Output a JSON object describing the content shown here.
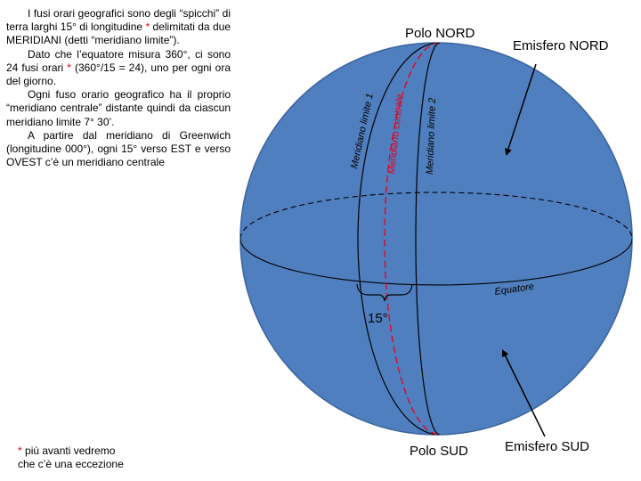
{
  "intro": {
    "p1_text": "I fusi orari geografici sono degli “spicchi” di terra larghi 15° di longitudine",
    "p1_star": "*",
    "p1_tail": "delimitati da due MERIDIANI (detti “meridiano limite”).",
    "p2_text": "Dato che l’equatore misura 360°, ci sono 24 fusi orari",
    "p2_star": "*",
    "p2_tail": "(360°/15 = 24), uno per ogni ora del giorno.",
    "p3": "Ogni fuso orario geografico ha il proprio “meridiano centrale” distante quindi da ciascun meridiano limite 7° 30’.",
    "p4": "A partire dal meridiano di Greenwich (longitudine 000°), ogni 15° verso EST e verso OVEST c’è un meridiano centrale"
  },
  "footnote": {
    "star": "*",
    "line1": "più avanti vedremo",
    "line2": "che c’è una eccezione"
  },
  "globe": {
    "north_pole_label": "Polo NORD",
    "south_pole_label": "Polo SUD",
    "north_hemisphere_label": "Emisfero NORD",
    "south_hemisphere_label": "Emisfero SUD",
    "meridian_limit_1_label": "Meridiano limite 1",
    "meridian_central_label": "Meridiano centrale",
    "meridian_limit_2_label": "Meridiano limite 2",
    "equator_label": "Equatore",
    "width_label": "15°",
    "colors": {
      "sphere": "#4f7fbf",
      "sphere_edge": "#3a64a0",
      "lines": "#000000",
      "central_meridian": "#e8001c",
      "text_red": "#e8001c"
    }
  }
}
